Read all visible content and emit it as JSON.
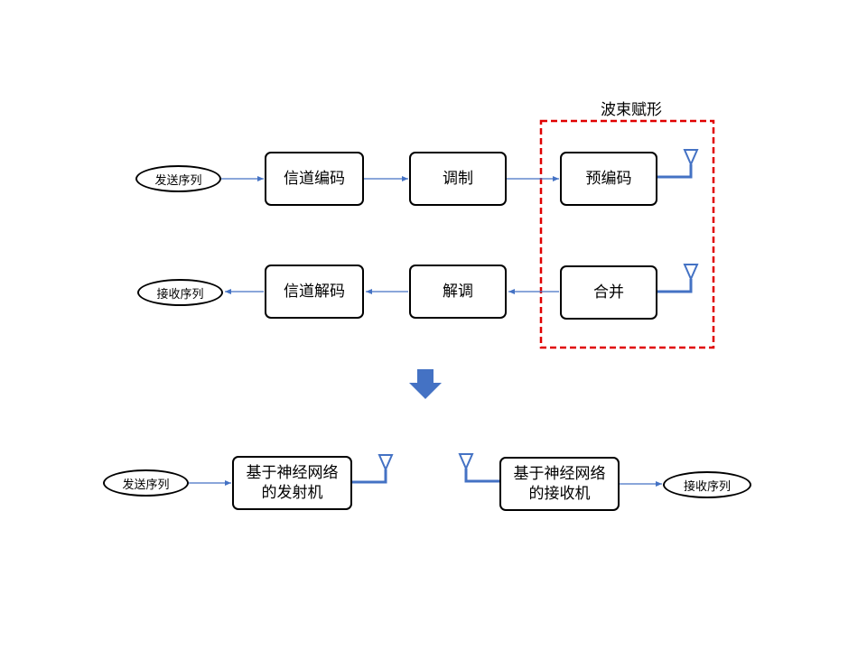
{
  "top": {
    "beamforming_label": "波束赋形",
    "tx_input": "发送序列",
    "channel_encode": "信道编码",
    "modulate": "调制",
    "precode": "预编码",
    "combine": "合并",
    "demodulate": "解调",
    "channel_decode": "信道解码",
    "rx_output": "接收序列"
  },
  "bottom": {
    "tx_input": "发送序列",
    "nn_transmitter": "基于神经网络\n的发射机",
    "nn_receiver": "基于神经网络\n的接收机",
    "rx_output": "接收序列"
  },
  "colors": {
    "arrow": "#4472c4",
    "antenna": "#4472c4",
    "beamforming_border": "#e00000",
    "down_arrow": "#4472c4"
  }
}
